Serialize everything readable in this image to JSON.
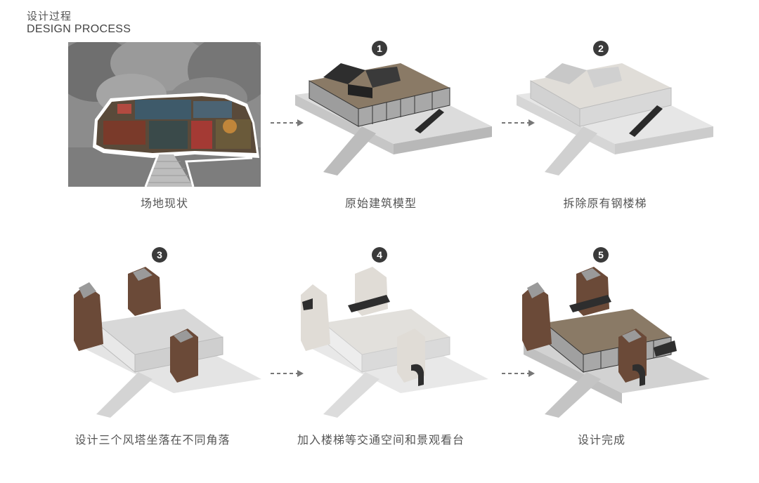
{
  "header": {
    "title_cn": "设计过程",
    "title_en": "DESIGN PROCESS"
  },
  "steps": [
    {
      "caption": "场地现状"
    },
    {
      "number": "1",
      "caption": "原始建筑模型"
    },
    {
      "number": "2",
      "caption": "拆除原有钢楼梯"
    },
    {
      "number": "3",
      "caption": "设计三个风塔坐落在不同角落"
    },
    {
      "number": "4",
      "caption": "加入楼梯等交通空间和景观看台"
    },
    {
      "number": "5",
      "caption": "设计完成"
    }
  ],
  "colors": {
    "wood": "#8a7a66",
    "brick": "#6b4a38",
    "dark": "#2e2e2e",
    "ground": "#d9d9d9"
  }
}
